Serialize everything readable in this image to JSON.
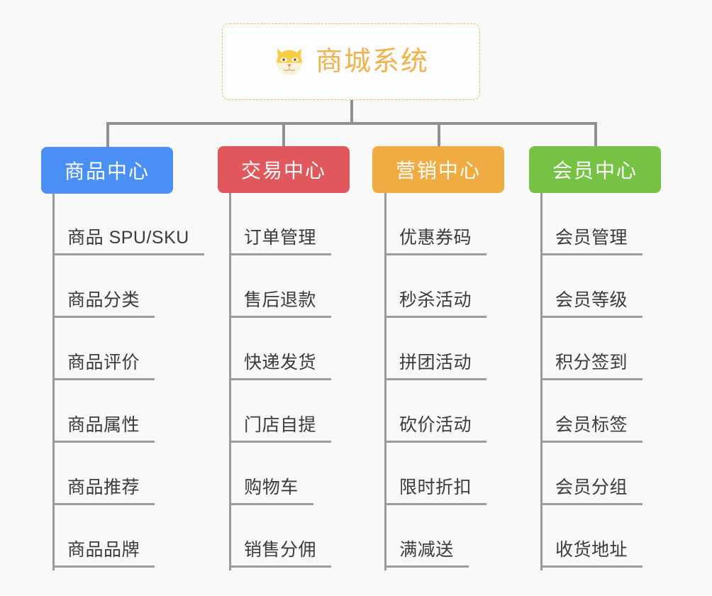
{
  "root": {
    "icon": "shiba-dog-face-icon",
    "title": "商城系统",
    "border_color": "#e8b962",
    "text_color": "#f0b24a"
  },
  "columns": [
    {
      "id": "product-center",
      "label": "商品中心",
      "color": "#4a90f4",
      "items": [
        "商品 SPU/SKU",
        "商品分类",
        "商品评价",
        "商品属性",
        "商品推荐",
        "商品品牌"
      ]
    },
    {
      "id": "trade-center",
      "label": "交易中心",
      "color": "#e0585b",
      "items": [
        "订单管理",
        "售后退款",
        "快递发货",
        "门店自提",
        "购物车",
        "销售分佣"
      ]
    },
    {
      "id": "marketing-center",
      "label": "营销中心",
      "color": "#eeac43",
      "items": [
        "优惠券码",
        "秒杀活动",
        "拼团活动",
        "砍价活动",
        "限时折扣",
        "满减送"
      ]
    },
    {
      "id": "member-center",
      "label": "会员中心",
      "color": "#76c244",
      "items": [
        "会员管理",
        "会员等级",
        "积分签到",
        "会员标签",
        "会员分组",
        "收货地址"
      ]
    }
  ],
  "canvas": {
    "background": "#f8f8f8",
    "connector_color": "#909090",
    "leaf_line_color": "#9a9a9a",
    "leaf_text_color": "#3b3b3b"
  }
}
